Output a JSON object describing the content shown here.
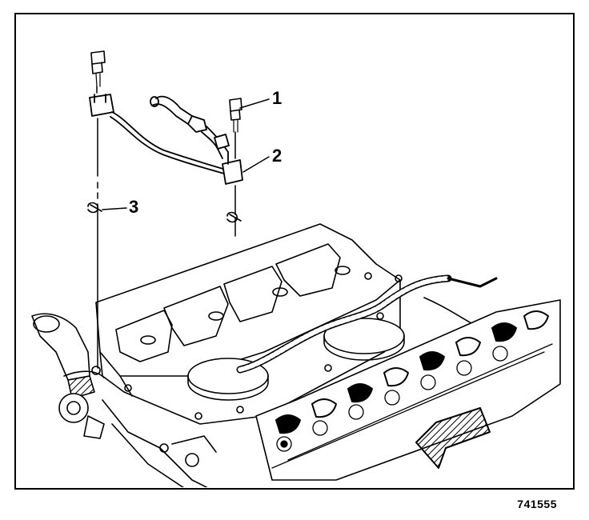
{
  "callouts": {
    "c1": "1",
    "c2": "2",
    "c3": "3"
  },
  "figure_id": "741555",
  "colors": {
    "ink": "#000000",
    "paper": "#ffffff"
  }
}
